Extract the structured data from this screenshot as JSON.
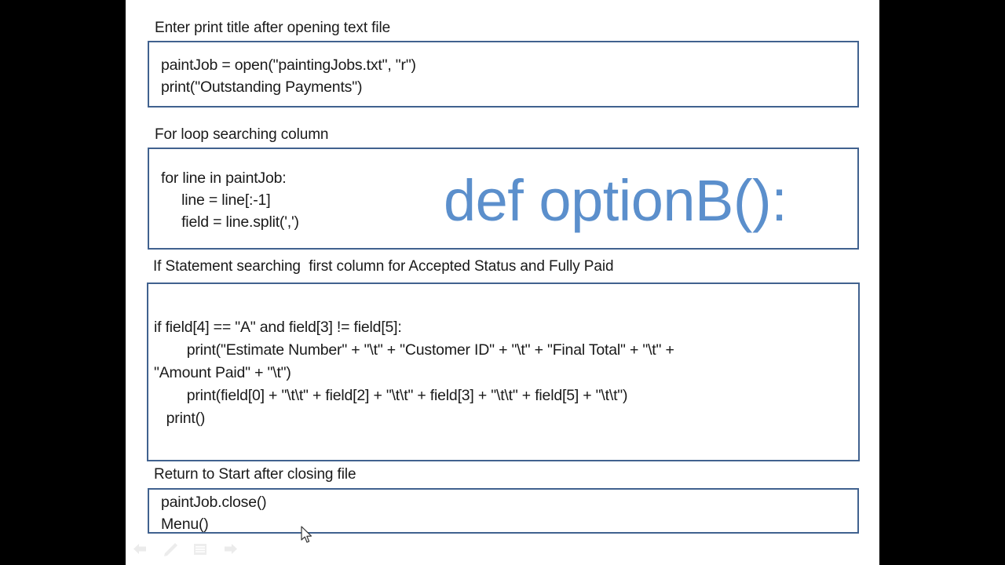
{
  "slide": {
    "overlay_title": "def optionB():",
    "accent_color": "#5b8fcc",
    "box_border_color": "#41628f",
    "text_color": "#1a1a1a",
    "background_color": "#ffffff",
    "letterbox_color": "#000000"
  },
  "sections": [
    {
      "caption": "Enter print title after opening text file",
      "code": [
        "paintJob = open(\"paintingJobs.txt\", \"r\")",
        "print(\"Outstanding Payments\")"
      ]
    },
    {
      "caption": "For loop searching column",
      "code": [
        "for line in paintJob:",
        "     line = line[:-1]",
        "     field = line.split(',')"
      ]
    },
    {
      "caption": "If Statement searching  first column for Accepted Status and Fully Paid",
      "code": [
        "if field[4] == \"A\" and field[3] != field[5]:",
        "        print(\"Estimate Number\" + \"\\t\" + \"Customer ID\" + \"\\t\" + \"Final Total\" + \"\\t\" +",
        "\"Amount Paid\" + \"\\t\")",
        "        print(field[0] + \"\\t\\t\" + field[2] + \"\\t\\t\" + field[3] + \"\\t\\t\" + field[5] + \"\\t\\t\")",
        "   print()"
      ]
    },
    {
      "caption": "Return to Start after closing file",
      "code": [
        "paintJob.close()",
        "Menu()"
      ]
    }
  ],
  "toolbar": {
    "icons": [
      {
        "name": "back-arrow-icon"
      },
      {
        "name": "pen-icon"
      },
      {
        "name": "menu-icon"
      },
      {
        "name": "forward-arrow-icon"
      }
    ]
  }
}
